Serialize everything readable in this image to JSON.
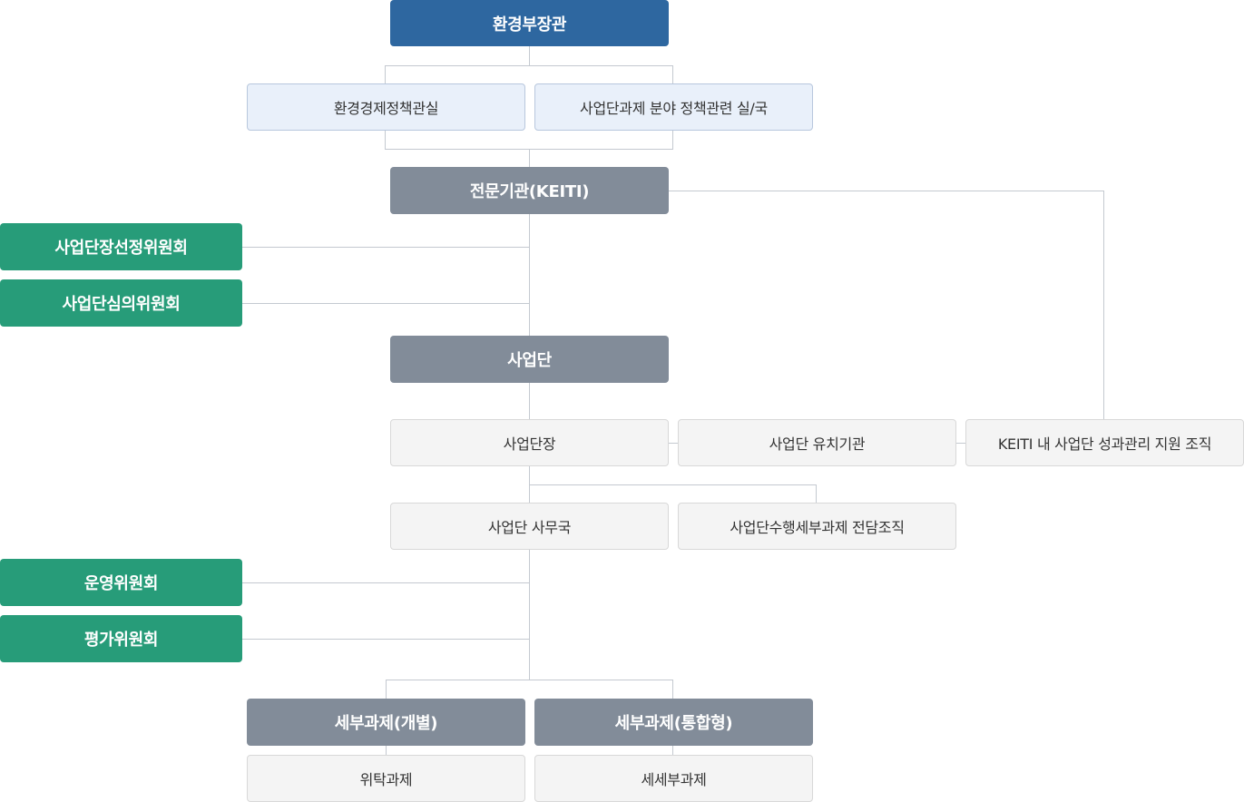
{
  "org": {
    "minister": "환경부장관",
    "office_econ": "환경경제정책관실",
    "office_policy": "사업단과제 분야 정책관련 실/국",
    "keiti": "전문기관(KEITI)",
    "committee_select": "사업단장선정위원회",
    "committee_review": "사업단심의위원회",
    "project_group": "사업단",
    "group_leader": "사업단장",
    "host_institution": "사업단 유치기관",
    "keiti_support": "KEITI 내 사업단 성과관리 지원 조직",
    "secretariat": "사업단 사무국",
    "dedicated_org": "사업단수행세부과제 전담조직",
    "committee_operation": "운영위원회",
    "committee_evaluation": "평가위원회",
    "subtask_individual": "세부과제(개별)",
    "subtask_integrated": "세부과제(통합형)",
    "commissioned": "위탁과제",
    "sub_subtask": "세세부과제"
  },
  "colors": {
    "minister": "#2e67a0",
    "light_fill": "#e9f0fa",
    "gray": "#828c99",
    "green": "#279c79",
    "plain_fill": "#f4f4f4",
    "line": "#c4c9d0"
  }
}
